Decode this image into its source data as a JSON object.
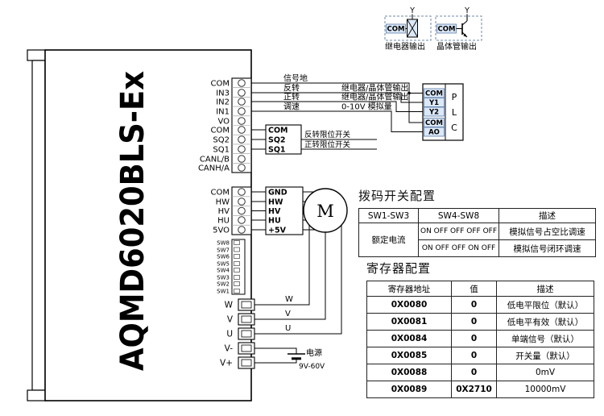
{
  "device": {
    "model": "AQMD6020BLS-Ex",
    "io_terminals": [
      "COM",
      "IN3",
      "IN2",
      "IN1",
      "VO",
      "COM",
      "SQ2",
      "SQ1",
      "CANL/B",
      "CANH/A"
    ],
    "hall_terminals": [
      "COM",
      "HW",
      "HV",
      "HU",
      "5VO"
    ],
    "dip_switches": [
      "SW8",
      "SW7",
      "SW6",
      "SW5",
      "SW4",
      "SW3",
      "SW2",
      "SW1"
    ],
    "power_terminals": [
      "W",
      "V",
      "U",
      "V-",
      "V+"
    ]
  },
  "wiring": {
    "signal_ground_label": "信号地",
    "reverse_label": "反转",
    "forward_label": "正转",
    "speed_label": "调速",
    "reverse_output_label": "继电器/晶体管输出",
    "forward_output_label": "继电器/晶体管输出",
    "analog_label": "0-10V 模拟量",
    "limit_box_terminals": [
      "COM",
      "SQ2",
      "SQ1"
    ],
    "reverse_limit_label": "反转限位开关",
    "forward_limit_label": "正转限位开关",
    "hall_box_terminals": [
      "GND",
      "HW",
      "HV",
      "HU",
      "+5V"
    ],
    "motor_label": "M",
    "phase_labels": [
      "W",
      "V",
      "U"
    ],
    "power_supply_label": "电源",
    "power_range_label": "9V-60V"
  },
  "plc": {
    "terminals": [
      "COM",
      "Y1",
      "Y2",
      "COM",
      "AO"
    ],
    "letters": [
      "P",
      "L",
      "C"
    ]
  },
  "output_legend": {
    "relay": {
      "y": "Y",
      "com": "COM",
      "caption": "继电器输出"
    },
    "transistor": {
      "y": "Y",
      "com": "COM",
      "caption": "晶体管输出"
    }
  },
  "dip_table": {
    "title": "拨码开关配置",
    "headers": [
      "SW1-SW3",
      "SW4-SW8",
      "描述"
    ],
    "row_group_label": "额定电流",
    "rows": [
      {
        "setting": "ON OFF OFF OFF OFF",
        "desc": "模拟信号占空比调速"
      },
      {
        "setting": "ON OFF OFF ON OFF",
        "desc": "模拟信号闭环调速"
      }
    ]
  },
  "register_table": {
    "title": "寄存器配置",
    "headers": [
      "寄存器地址",
      "值",
      "描述"
    ],
    "rows": [
      {
        "addr": "0X0080",
        "value": "0",
        "desc": "低电平限位（默认）"
      },
      {
        "addr": "0X0081",
        "value": "0",
        "desc": "低电平有效（默认）"
      },
      {
        "addr": "0X0084",
        "value": "0",
        "desc": "单端信号（默认）"
      },
      {
        "addr": "0X0085",
        "value": "0",
        "desc": "开关量（默认）"
      },
      {
        "addr": "0X0088",
        "value": "0",
        "desc": "0mV"
      },
      {
        "addr": "0X0089",
        "value": "0X2710",
        "desc": "10000mV"
      }
    ]
  },
  "colors": {
    "line": "#000000",
    "highlight_fill": "#dbe8f7",
    "highlight_border": "#5a7aa8"
  }
}
